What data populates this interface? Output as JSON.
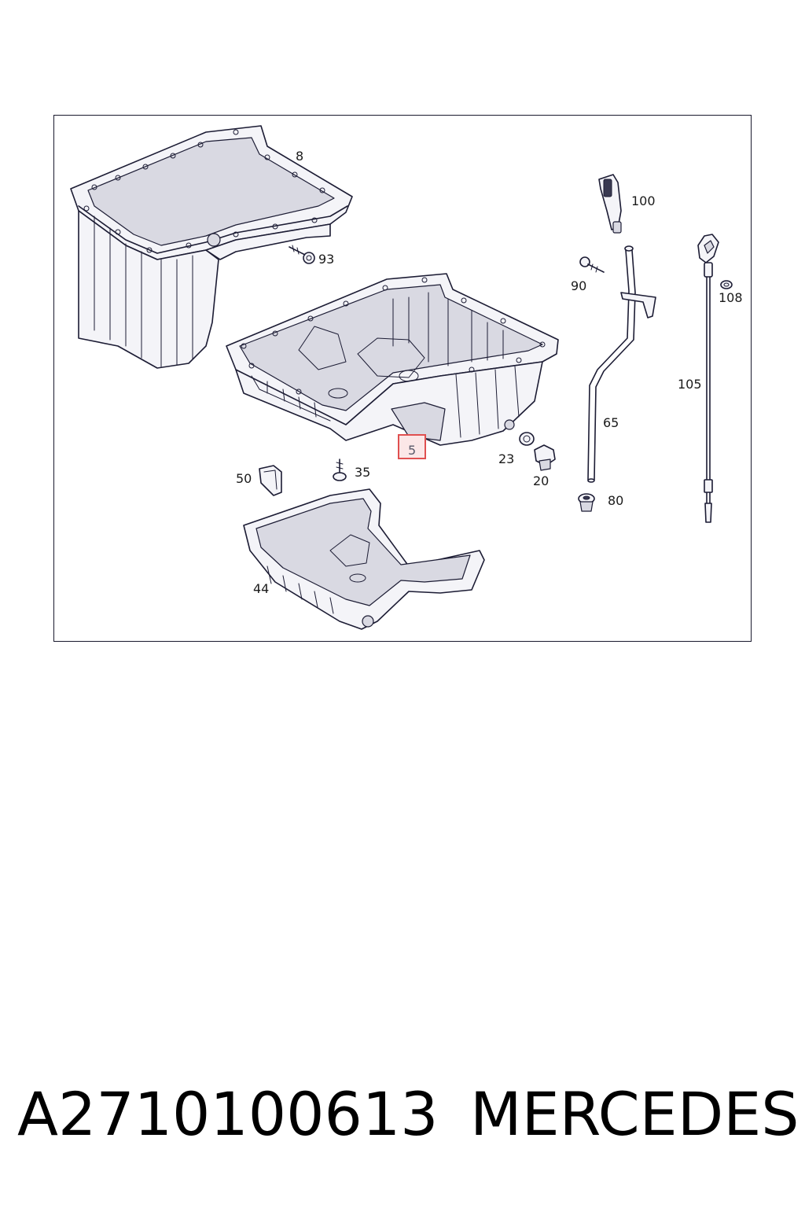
{
  "diagram": {
    "callouts": {
      "c8": "8",
      "c100": "100",
      "c93": "93",
      "c90": "90",
      "c108": "108",
      "c105": "105",
      "c65": "65",
      "c5": "5",
      "c23": "23",
      "c20": "20",
      "c80": "80",
      "c50": "50",
      "c35": "35",
      "c44": "44"
    },
    "highlighted_callout": "5",
    "colors": {
      "line": "#1c1c34",
      "highlight_border": "#e05050",
      "highlight_fill": "#fbe7e7"
    }
  },
  "footer": {
    "part_number": "A2710100613",
    "brand": "MERCEDES"
  }
}
